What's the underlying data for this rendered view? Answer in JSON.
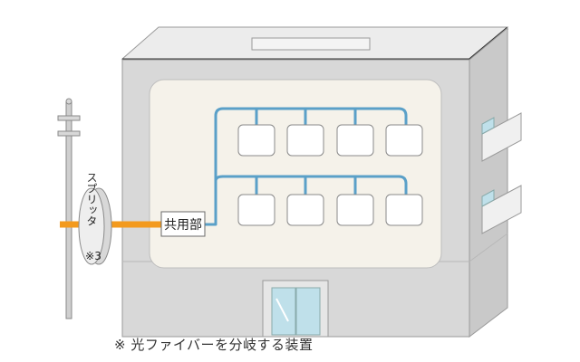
{
  "labels": {
    "common_area": "共用部",
    "splitter_name": "スプリッタ",
    "splitter_note": "※3"
  },
  "footnote": "※ 光ファイバーを分岐する装置",
  "colors": {
    "fiber_orange": "#f39a1e",
    "wiring_blue": "#5aa0c8",
    "building_gray": "#d8d8d8",
    "inner_panel": "#f5f2ea"
  },
  "icons": {
    "utility_pole": "utility-pole-icon",
    "splitter": "splitter-drum-icon"
  }
}
